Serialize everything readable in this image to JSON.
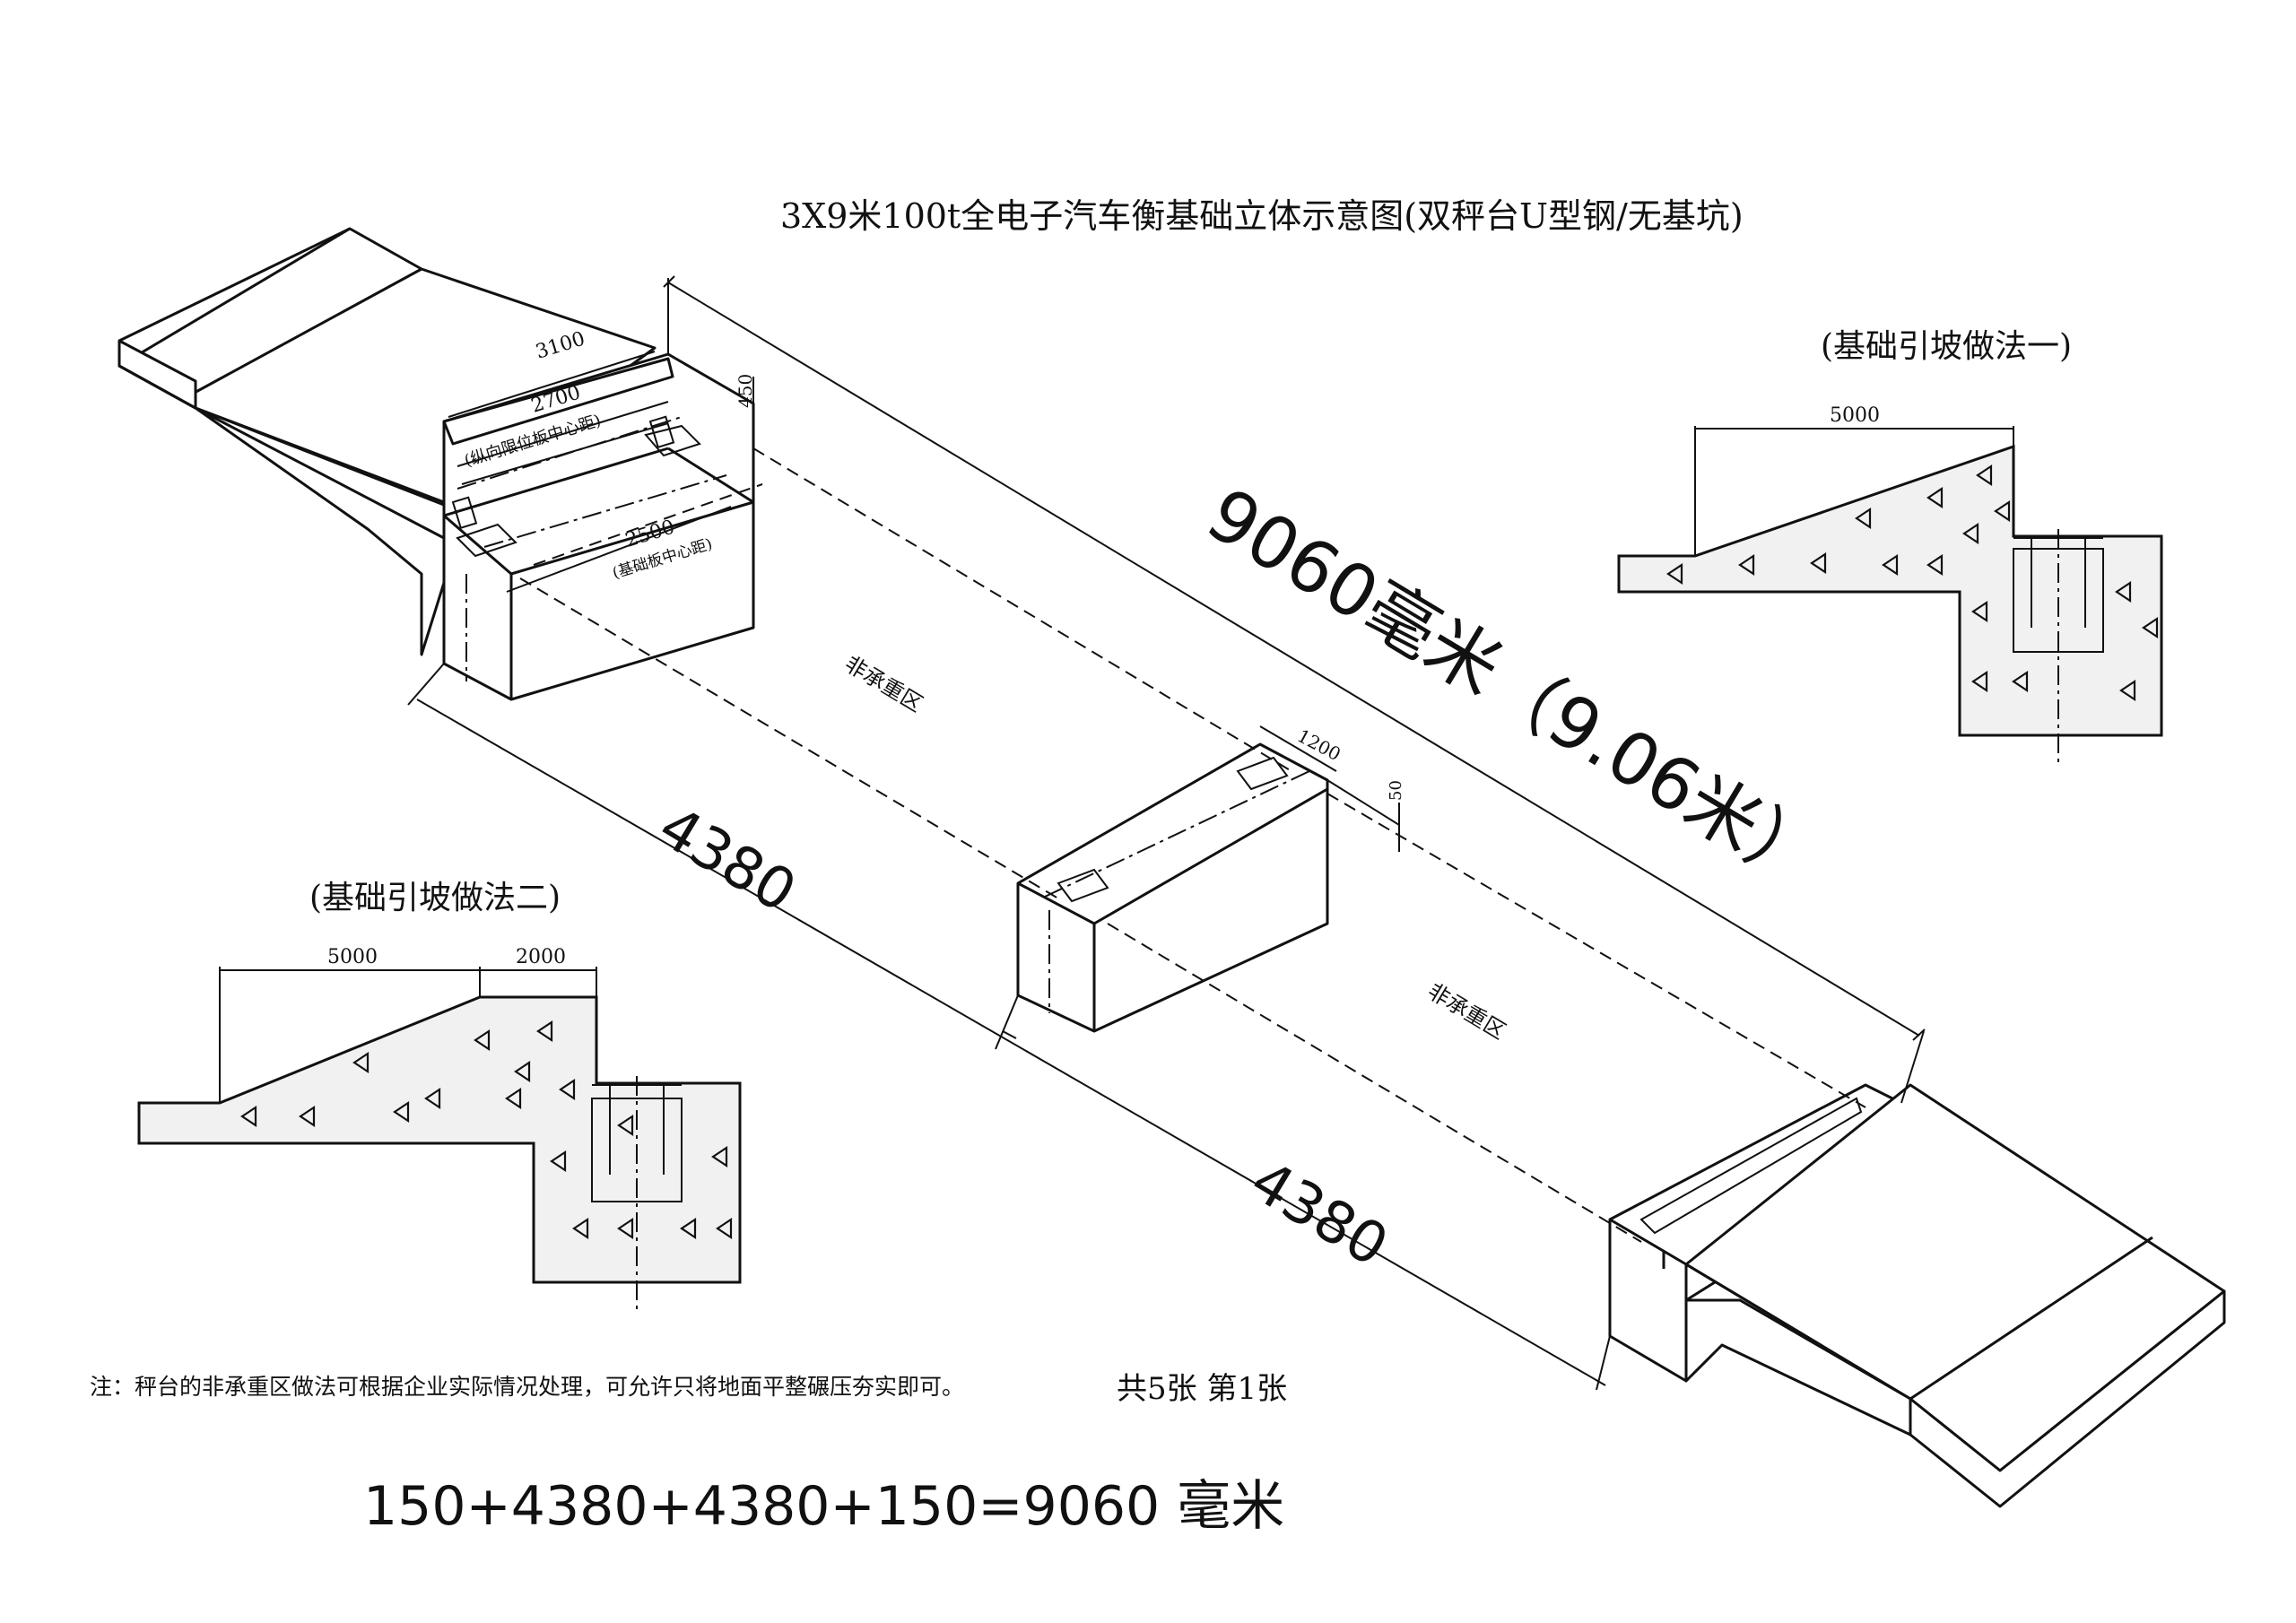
{
  "title": "3X9米100t全电子汽车衡基础立体示意图(双秤台U型钢/无基坑)",
  "labels": {
    "method_one": "(基础引坡做法一)",
    "method_two": "(基础引坡做法二)",
    "non_bearing_1": "非承重区",
    "non_bearing_2": "非承重区"
  },
  "dimensions": {
    "total_length": "9060毫米（9.06米）",
    "half_length_a": "4380",
    "half_length_b": "4380",
    "end_width_outer": "3100",
    "end_width_stop": "2700",
    "stop_plate_note": "(纵向限位板中心距)",
    "end_height": "450",
    "base_plate_spacing": "2500",
    "base_plate_note": "(基础板中心距)",
    "mid_width": "1200",
    "mid_height": "50",
    "ramp_one_length": "5000",
    "ramp_two_length": "5000",
    "ramp_two_extra": "2000"
  },
  "note": "注：秤台的非承重区做法可根据企业实际情况处理，可允许只将地面平整碾压夯实即可。",
  "sheet": "共5张  第1张",
  "formula": "150+4380+4380+150=9060  毫米"
}
